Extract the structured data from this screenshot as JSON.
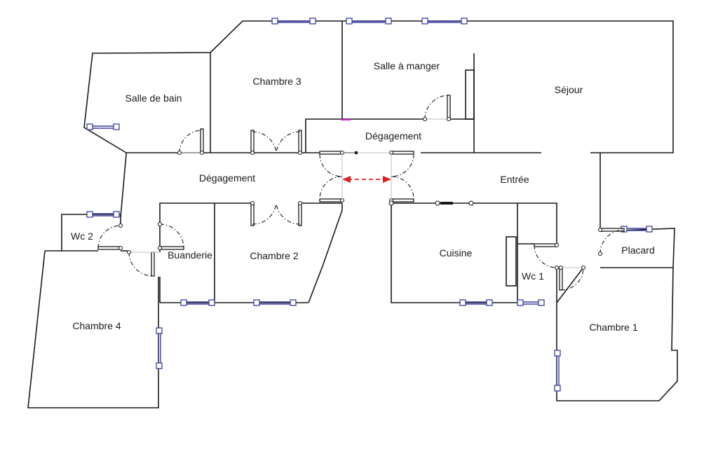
{
  "rooms": {
    "salle_de_bain": "Salle de bain",
    "chambre_3": "Chambre 3",
    "salle_a_manger": "Salle à manger",
    "sejour": "Séjour",
    "degagement_nord": "Dégagement",
    "degagement_ouest": "Dégagement",
    "entree": "Entrée",
    "wc_2": "Wc 2",
    "buanderie": "Buanderie",
    "chambre_2": "Chambre 2",
    "cuisine": "Cuisine",
    "wc_1": "Wc 1",
    "placard": "Placard",
    "chambre_4": "Chambre 4",
    "chambre_1": "Chambre 1"
  },
  "colors": {
    "wall": "#1a1a1a",
    "window": "#3b3f9e",
    "arrow": "#e02020",
    "accent": "#e020e0"
  }
}
